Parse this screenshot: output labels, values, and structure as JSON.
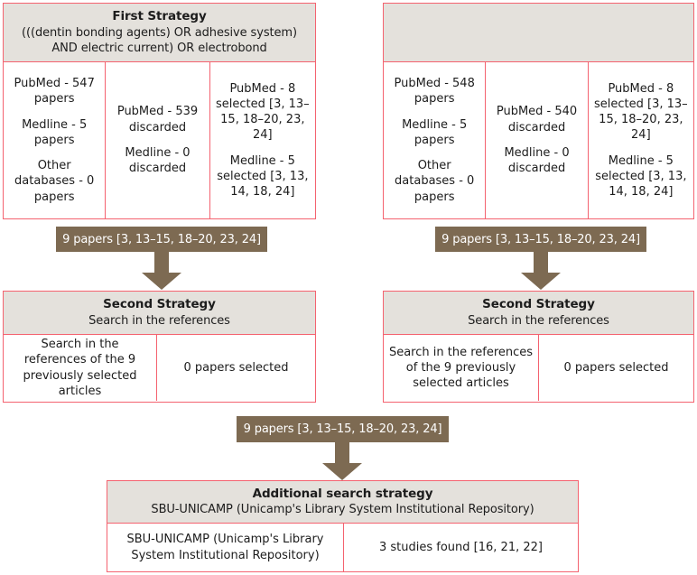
{
  "diagram": {
    "title": "Search strategy flowchart",
    "colors": {
      "border": "#f4626f",
      "header_fill": "#e4e1dc",
      "accent_taupe": "#7d6a52",
      "label_text": "#ffffff",
      "body_text": "#1c1c1c"
    }
  },
  "left_branch": {
    "first_strategy": {
      "title": "First Strategy",
      "query_line1": "(((dentin bonding agents) OR adhesive system)",
      "query_line2": "AND electric current) OR electrobond",
      "columns": [
        {
          "name": "found",
          "lines": [
            "PubMed - 547 papers",
            "Medline - 5 papers",
            "Other databases - 0 papers"
          ]
        },
        {
          "name": "discarded",
          "lines": [
            "PubMed - 539 discarded",
            "Medline - 0 discarded"
          ]
        },
        {
          "name": "selected",
          "lines": [
            "PubMed - 8 selected [3, 13–15, 18–20, 23, 24]",
            "Medline - 5 selected [3, 13, 14, 18, 24]"
          ]
        }
      ]
    },
    "connector_label": "9 papers [3, 13–15, 18–20, 23, 24]",
    "second_strategy": {
      "title": "Second Strategy",
      "subtitle": "Search in the references",
      "columns": [
        {
          "name": "action",
          "text": "Search in the references of the 9 previously selected articles"
        },
        {
          "name": "result",
          "text": "0 papers selected"
        }
      ]
    }
  },
  "right_branch": {
    "first_strategy": {
      "title": "",
      "query_line1": "",
      "query_line2": "",
      "columns": [
        {
          "name": "found",
          "lines": [
            "PubMed - 548 papers",
            "Medline - 5 papers",
            "Other databases - 0 papers"
          ]
        },
        {
          "name": "discarded",
          "lines": [
            "PubMed - 540 discarded",
            "Medline - 0 discarded"
          ]
        },
        {
          "name": "selected",
          "lines": [
            "PubMed - 8 selected [3, 13–15, 18–20, 23, 24]",
            "Medline - 5 selected [3, 13, 14, 18, 24]"
          ]
        }
      ]
    },
    "connector_label": "9 papers [3, 13–15, 18–20, 23, 24]",
    "second_strategy": {
      "title": "Second Strategy",
      "subtitle": "Search in the references",
      "columns": [
        {
          "name": "action",
          "text": "Search in the references of the 9 previously selected articles"
        },
        {
          "name": "result",
          "text": "0 papers selected"
        }
      ]
    }
  },
  "merge": {
    "connector_label": "9 papers [3, 13–15, 18–20, 23, 24]"
  },
  "additional_strategy": {
    "title": "Additional search strategy",
    "subtitle": "SBU-UNICAMP (Unicamp's Library System Institutional Repository)",
    "columns": [
      {
        "name": "source",
        "text": "SBU-UNICAMP (Unicamp's Library System Institutional Repository)"
      },
      {
        "name": "result",
        "text": "3 studies found [16, 21, 22]"
      }
    ]
  }
}
